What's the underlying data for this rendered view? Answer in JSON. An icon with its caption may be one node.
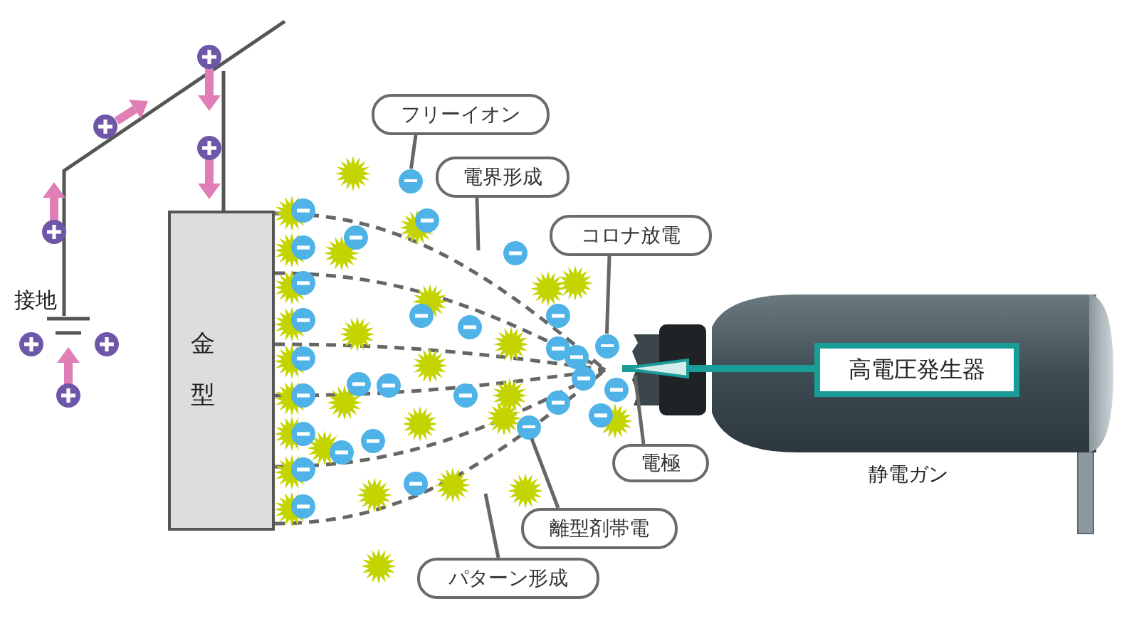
{
  "diagram": {
    "nodes": [
      {
        "text": [
          "金型"
        ]
      },
      {
        "text": [
          "フリーイオン"
        ]
      },
      {
        "text": [
          "電界形成"
        ]
      },
      {
        "text": [
          "コロナ放電"
        ]
      },
      {
        "text": [
          "電極"
        ]
      },
      {
        "text": [
          "離型剤帯電"
        ]
      },
      {
        "text": [
          "パターン形成"
        ]
      },
      {
        "text": [],
        "shape": "picture",
        "beside": [
          "静電ガン"
        ]
      },
      {
        "text": [
          "高電圧発生器"
        ],
        "in": 7
      },
      {
        "text": [],
        "shape": "circle"
      },
      {
        "text": [],
        "shape": "circle"
      },
      {
        "text": [],
        "shape": "circle"
      }
    ],
    "edges": [
      {
        "from": 1,
        "to": 9,
        "arrow": "none"
      },
      {
        "from": 2,
        "to": null,
        "arrow": "none"
      },
      {
        "from": 3,
        "to": 10,
        "arrow": "none"
      },
      {
        "from": 4,
        "to": 7,
        "arrow": "none"
      },
      {
        "from": 5,
        "to": 11,
        "arrow": "none"
      },
      {
        "from": 6,
        "to": null,
        "arrow": "none"
      },
      {
        "from": 8,
        "to": 7,
        "arrow": "to",
        "style": "thick",
        "color": "#1a9c98"
      }
    ],
    "labels": [
      "接地"
    ]
  }
}
